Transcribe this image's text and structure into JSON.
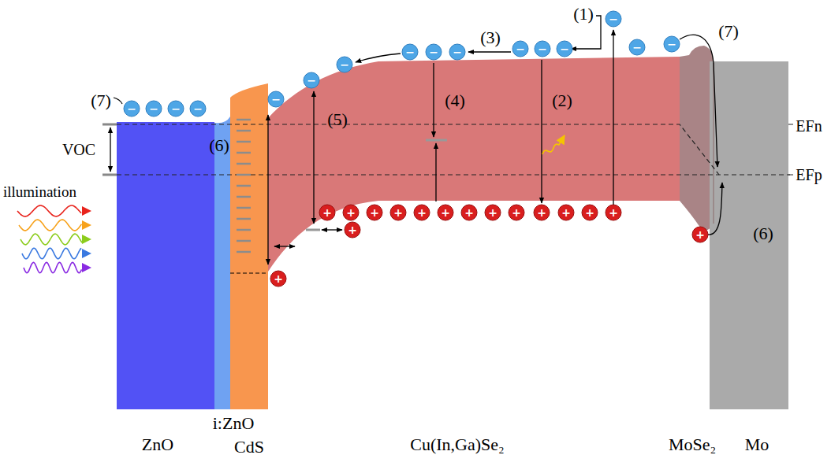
{
  "diagram": {
    "labels": [
      "(1)",
      "(3)",
      "(7)",
      "(7)",
      "(2)",
      "(4)",
      "(5)",
      "(6)",
      "(6)",
      "VOC",
      "EFn",
      "EFp",
      "illumination",
      "ZnO",
      "i:ZnO",
      "CdS",
      "Cu(In,Ga)Se₂",
      "MoSe₂",
      "Mo",
      "−",
      "−",
      "−",
      "−",
      "−",
      "−",
      "−",
      "−",
      "−",
      "−",
      "−",
      "−",
      "−",
      "−",
      "−",
      "−",
      "+",
      "+",
      "+",
      "+",
      "+",
      "+",
      "+",
      "+",
      "+",
      "+",
      "+",
      "+",
      "+",
      "+",
      "+",
      "+"
    ]
  }
}
